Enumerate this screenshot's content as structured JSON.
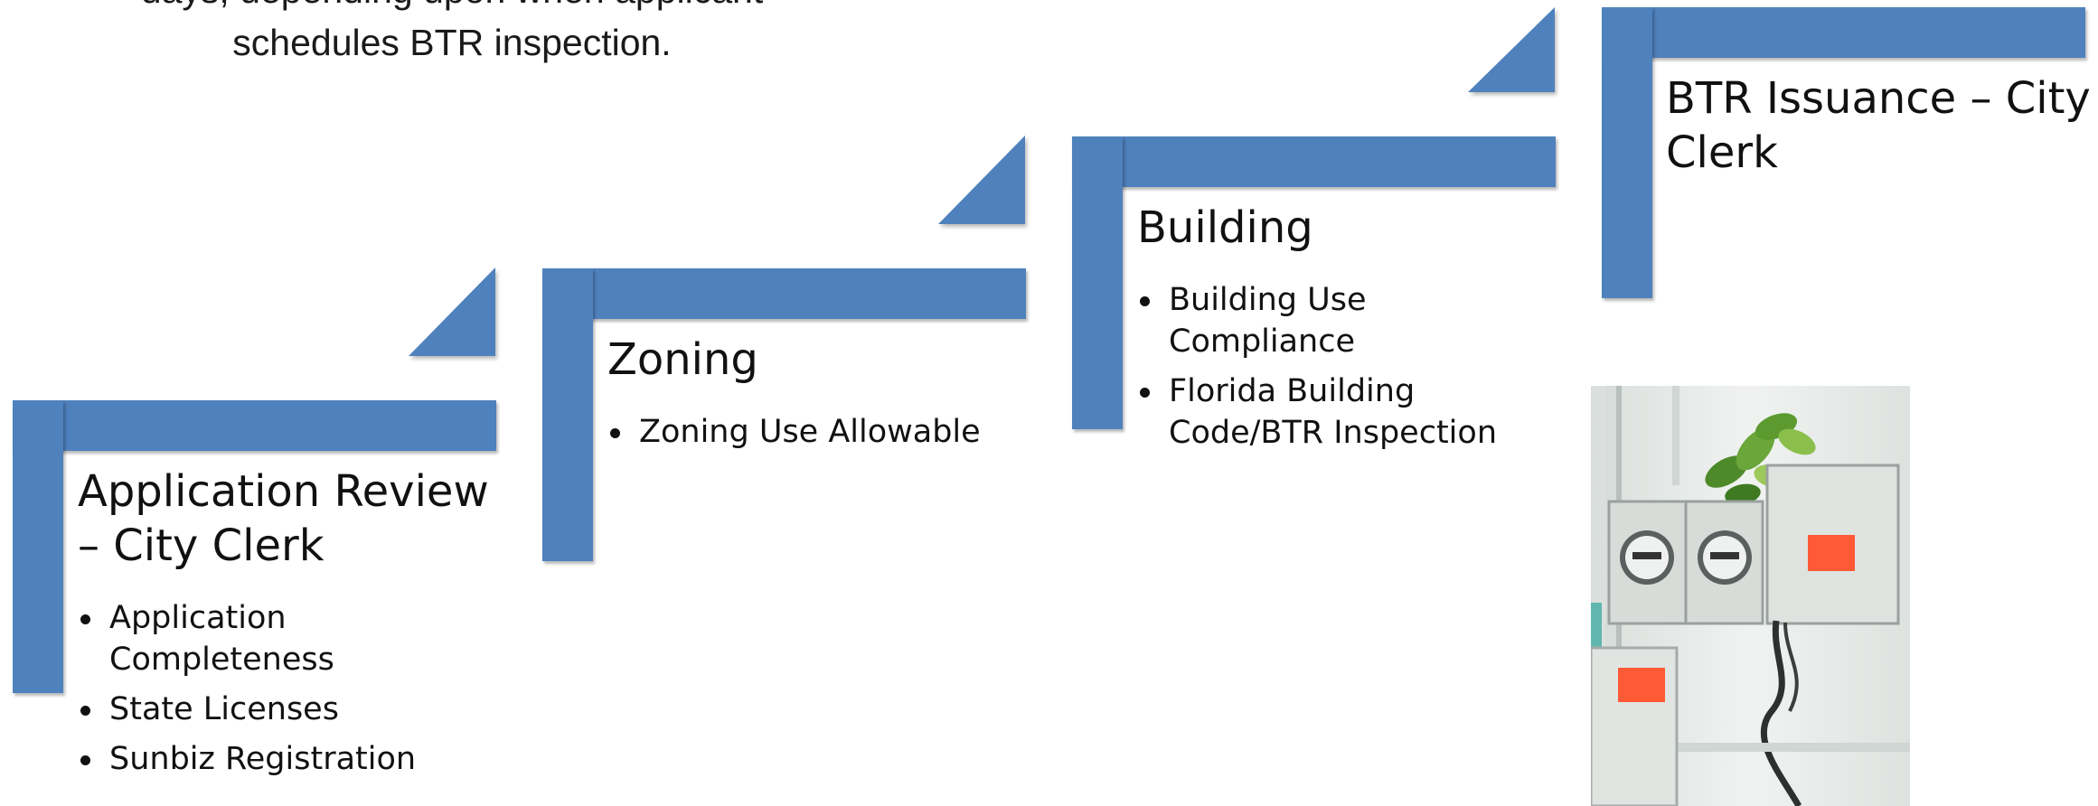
{
  "intro": {
    "line1": "days, depending upon when applicant",
    "line2": "schedules BTR inspection."
  },
  "steps": [
    {
      "title_line1": "Application Review",
      "title_line2": "– City Clerk",
      "bullets": [
        {
          "line1": "Application",
          "line2": "Completeness"
        },
        {
          "line1": "State Licenses",
          "line2": ""
        },
        {
          "line1": "Sunbiz Registration",
          "line2": ""
        }
      ]
    },
    {
      "title_line1": "Zoning",
      "bullets": [
        {
          "line1": "Zoning Use Allowable",
          "line2": ""
        }
      ]
    },
    {
      "title_line1": "Building",
      "bullets": [
        {
          "line1": "Building Use",
          "line2": "Compliance"
        },
        {
          "line1": "Florida Building",
          "line2": "Code/BTR Inspection"
        }
      ]
    },
    {
      "title_line1": "BTR Issuance – City",
      "title_line2": "Clerk",
      "bullets": []
    }
  ],
  "colors": {
    "step_blue": "#4f81bd",
    "text": "#111111",
    "sticker_orange": "#ff5a36"
  },
  "photo": {
    "icon": "electrical-meter-boxes-photo"
  }
}
